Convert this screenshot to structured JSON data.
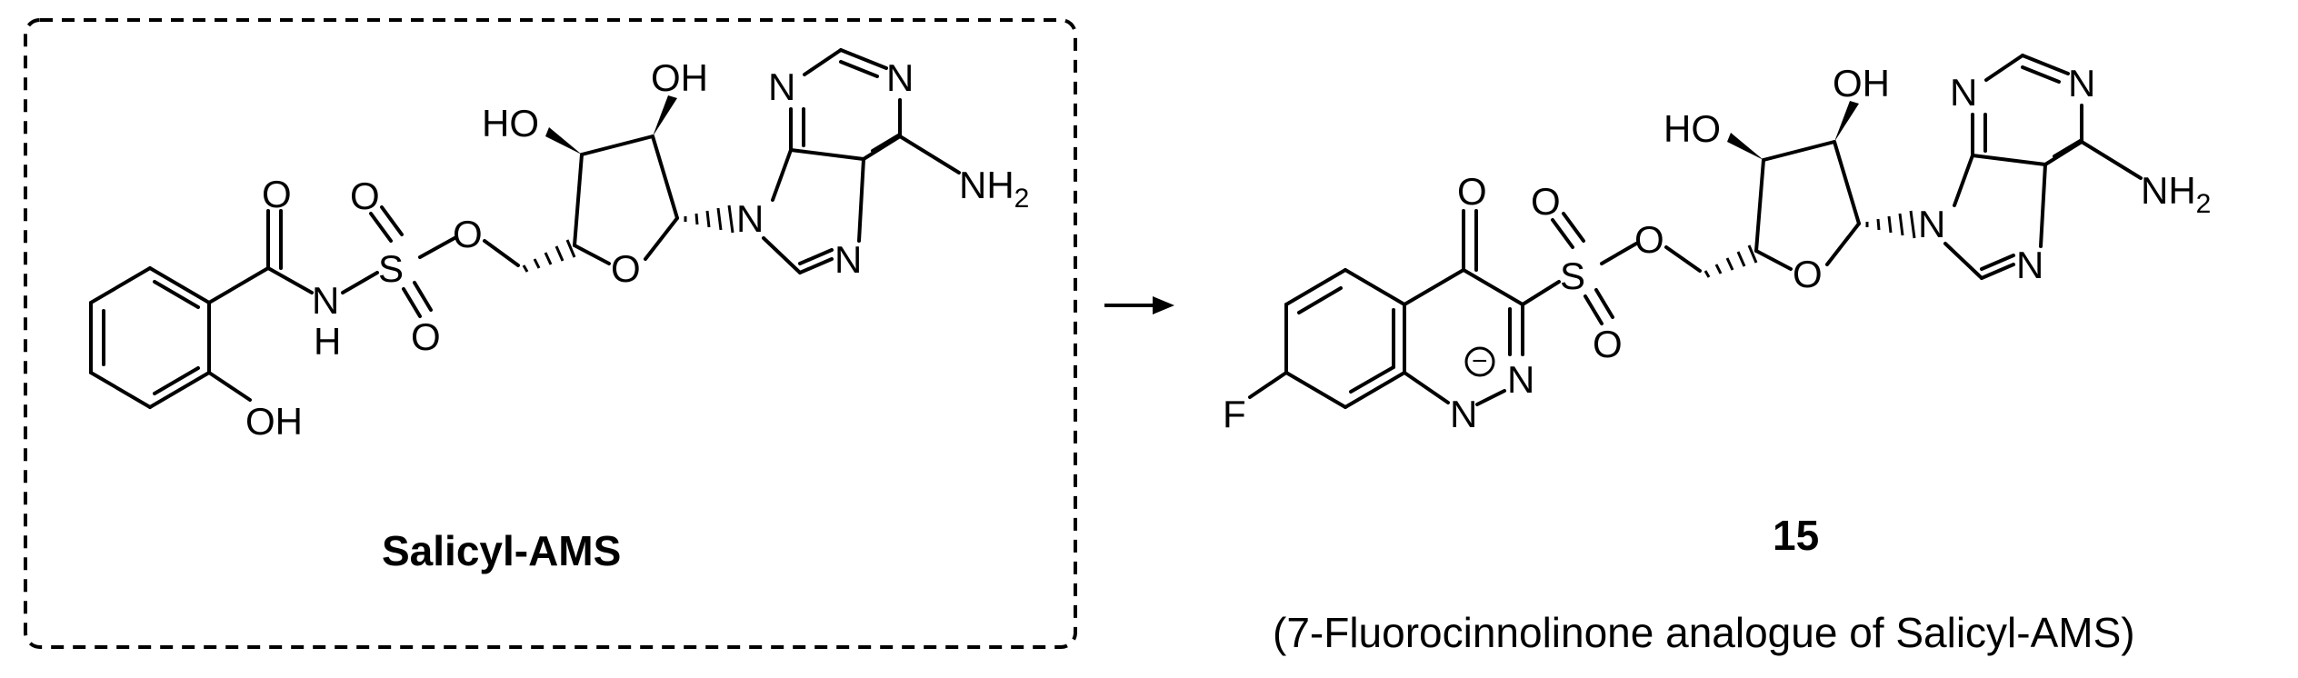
{
  "left_molecule": {
    "name": "Salicyl-AMS",
    "atoms": {
      "o_carbonyl": "O",
      "nh_n": "N",
      "nh_h": "H",
      "s": "S",
      "o_s_top": "O",
      "o_s_bottom": "O",
      "o_ester": "O",
      "o_ring": "O",
      "oh_phenol": "OH",
      "ho_ribose": "HO",
      "oh_ribose": "OH",
      "n9": "N",
      "n7": "N",
      "n1": "N",
      "n3": "N",
      "nh2_main": "NH",
      "nh2_sub": "2"
    }
  },
  "right_molecule": {
    "label": "15",
    "caption": "(7-Fluorocinnolinone analogue of Salicyl-AMS)",
    "atoms": {
      "f": "F",
      "o_keto": "O",
      "n_anion": "N",
      "n_ring": "N",
      "charge": "−",
      "s": "S",
      "o_s_top": "O",
      "o_s_bottom": "O",
      "o_ester": "O",
      "o_ring": "O",
      "ho_ribose": "HO",
      "oh_ribose": "OH",
      "n9": "N",
      "n7": "N",
      "n1": "N",
      "n3": "N",
      "nh2_main": "NH",
      "nh2_sub": "2"
    }
  },
  "reaction_arrow": "→"
}
